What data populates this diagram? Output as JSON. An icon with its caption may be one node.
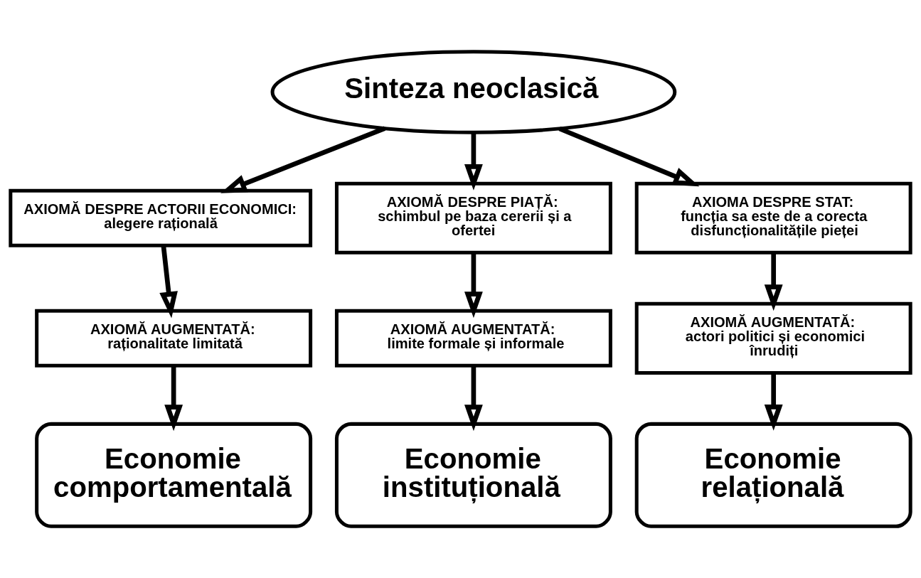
{
  "diagram": {
    "nodes": [
      {
        "text": [
          "Sinteza neoclasică"
        ]
      },
      {
        "text": [
          "AXIOMĂ DESPRE ACTORII ECONOMICI:",
          "alegere rațională"
        ]
      },
      {
        "text": [
          "AXIOMĂ DESPRE PIAȚĂ:",
          "schimbul pe baza cererii și a ofertei"
        ]
      },
      {
        "text": [
          "AXIOMA DESPRE STAT:",
          "funcția sa este de a corecta disfuncționalitățile pieței"
        ]
      },
      {
        "text": [
          "AXIOMĂ AUGMENTATĂ:",
          "raționalitate limitată"
        ]
      },
      {
        "text": [
          "AXIOMĂ AUGMENTATĂ:",
          "limite formale și informale"
        ]
      },
      {
        "text": [
          "AXIOMĂ AUGMENTATĂ:",
          "actori politici și economici înrudiți"
        ]
      },
      {
        "text": [
          "Economie comportamentală"
        ]
      },
      {
        "text": [
          "Economie instituțională"
        ]
      },
      {
        "text": [
          "Economie relațională"
        ]
      }
    ],
    "edges": [
      {
        "from": 0,
        "to": 1,
        "arrow": "to"
      },
      {
        "from": 0,
        "to": 2,
        "arrow": "to"
      },
      {
        "from": 0,
        "to": 3,
        "arrow": "to"
      },
      {
        "from": 1,
        "to": 4,
        "arrow": "to"
      },
      {
        "from": 2,
        "to": 5,
        "arrow": "to"
      },
      {
        "from": 3,
        "to": 6,
        "arrow": "to"
      },
      {
        "from": 4,
        "to": 7,
        "arrow": "to"
      },
      {
        "from": 5,
        "to": 8,
        "arrow": "to"
      },
      {
        "from": 6,
        "to": 9,
        "arrow": "to"
      }
    ]
  }
}
